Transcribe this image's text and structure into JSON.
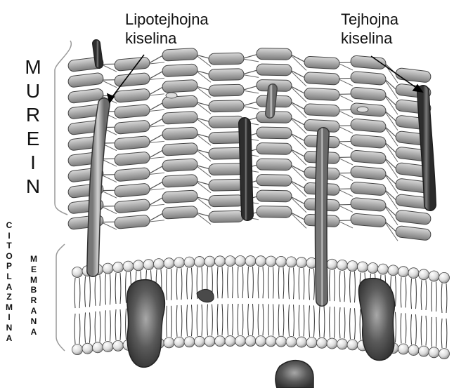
{
  "labels": {
    "lipoteichoic_line1": "Lipotejhojna",
    "lipoteichoic_line2": "kiselina",
    "teichoic_line1": "Tejhojna",
    "teichoic_line2": "kiselina",
    "murein_vertical": "MUREIN",
    "cytoplasmic_vertical": "CITOPLAZMINA",
    "membrane_vertical": "MEMBRANA"
  },
  "colors": {
    "peptidoglycan_fill": "#a9a9a9",
    "strand": "#555555",
    "lipid_head": "#e6e6e6",
    "protein": "#4a4a4a",
    "background": "#ffffff"
  },
  "icons": [
    "lipoteichoic-acid-rod",
    "teichoic-acid-rod",
    "membrane-protein",
    "phospholipid-bilayer",
    "peptidoglycan-layer"
  ]
}
